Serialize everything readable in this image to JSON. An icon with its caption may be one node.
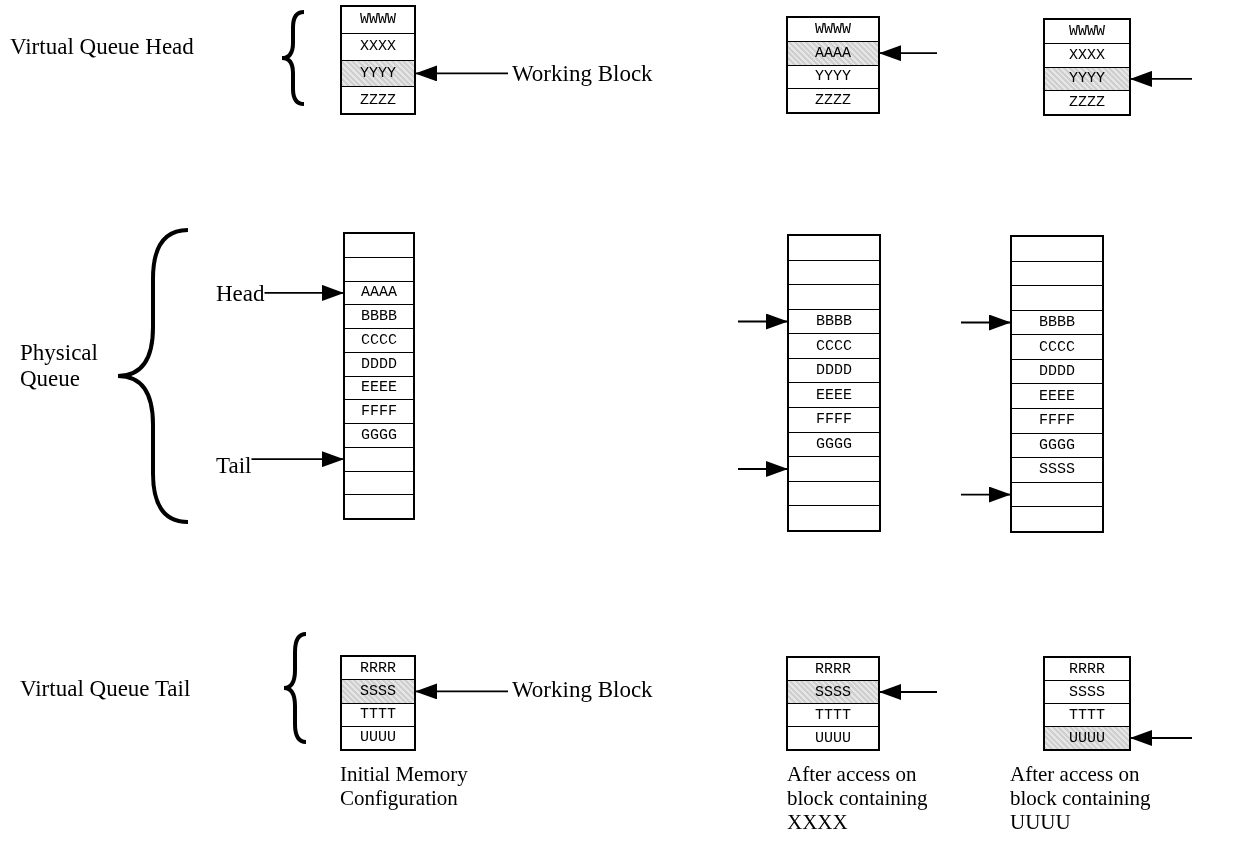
{
  "diagram": {
    "nodes": [
      {
        "text": [],
        "shape": "box"
      },
      {
        "text": [
          "WWWW"
        ],
        "in": 0
      },
      {
        "text": [
          "XXXX"
        ],
        "in": 0
      },
      {
        "text": [
          "YYYY"
        ],
        "in": 0
      },
      {
        "text": [
          "ZZZZ"
        ],
        "in": 0
      },
      {
        "text": [
          "Working Block"
        ]
      },
      {
        "text": [],
        "shape": "box"
      },
      {
        "text": [
          "WWWW"
        ],
        "in": 6
      },
      {
        "text": [
          "AAAA"
        ],
        "in": 6
      },
      {
        "text": [
          "YYYY"
        ],
        "in": 6
      },
      {
        "text": [
          "ZZZZ"
        ],
        "in": 6
      },
      {
        "text": [],
        "shape": "box"
      },
      {
        "text": [
          "WWWW"
        ],
        "in": 11
      },
      {
        "text": [
          "XXXX"
        ],
        "in": 11
      },
      {
        "text": [
          "YYYY"
        ],
        "in": 11
      },
      {
        "text": [
          "ZZZZ"
        ],
        "in": 11
      },
      {
        "text": [
          "Head"
        ]
      },
      {
        "text": [
          "Tail"
        ]
      },
      {
        "text": [],
        "shape": "box"
      },
      {
        "text": [],
        "shape": "box",
        "in": 18
      },
      {
        "text": [],
        "shape": "box",
        "in": 18
      },
      {
        "text": [
          "AAAA"
        ],
        "in": 18
      },
      {
        "text": [
          "BBBB"
        ],
        "in": 18
      },
      {
        "text": [
          "CCCC"
        ],
        "in": 18
      },
      {
        "text": [
          "DDDD"
        ],
        "in": 18
      },
      {
        "text": [
          "EEEE"
        ],
        "in": 18
      },
      {
        "text": [
          "FFFF"
        ],
        "in": 18
      },
      {
        "text": [
          "GGGG"
        ],
        "in": 18
      },
      {
        "text": [],
        "shape": "box",
        "in": 18
      },
      {
        "text": [],
        "shape": "box",
        "in": 18
      },
      {
        "text": [],
        "shape": "box",
        "in": 18
      },
      {
        "text": [],
        "shape": "box"
      },
      {
        "text": [],
        "shape": "box",
        "in": 31
      },
      {
        "text": [],
        "shape": "box",
        "in": 31
      },
      {
        "text": [],
        "shape": "box",
        "in": 31
      },
      {
        "text": [
          "BBBB"
        ],
        "in": 31
      },
      {
        "text": [
          "CCCC"
        ],
        "in": 31
      },
      {
        "text": [
          "DDDD"
        ],
        "in": 31
      },
      {
        "text": [
          "EEEE"
        ],
        "in": 31
      },
      {
        "text": [
          "FFFF"
        ],
        "in": 31
      },
      {
        "text": [
          "GGGG"
        ],
        "in": 31
      },
      {
        "text": [],
        "shape": "box",
        "in": 31
      },
      {
        "text": [],
        "shape": "box",
        "in": 31
      },
      {
        "text": [],
        "shape": "box",
        "in": 31
      },
      {
        "text": [],
        "shape": "box"
      },
      {
        "text": [],
        "shape": "box",
        "in": 44
      },
      {
        "text": [],
        "shape": "box",
        "in": 44
      },
      {
        "text": [],
        "shape": "box",
        "in": 44
      },
      {
        "text": [
          "BBBB"
        ],
        "in": 44
      },
      {
        "text": [
          "CCCC"
        ],
        "in": 44
      },
      {
        "text": [
          "DDDD"
        ],
        "in": 44
      },
      {
        "text": [
          "EEEE"
        ],
        "in": 44
      },
      {
        "text": [
          "FFFF"
        ],
        "in": 44
      },
      {
        "text": [
          "GGGG"
        ],
        "in": 44
      },
      {
        "text": [
          "SSSS"
        ],
        "in": 44
      },
      {
        "text": [],
        "shape": "box",
        "in": 44
      },
      {
        "text": [],
        "shape": "box",
        "in": 44
      },
      {
        "text": [
          "Working Block"
        ]
      },
      {
        "text": [],
        "shape": "box"
      },
      {
        "text": [
          "RRRR"
        ],
        "in": 58
      },
      {
        "text": [
          "SSSS"
        ],
        "in": 58
      },
      {
        "text": [
          "TTTT"
        ],
        "in": 58
      },
      {
        "text": [
          "UUUU"
        ],
        "in": 58
      },
      {
        "text": [],
        "shape": "box"
      },
      {
        "text": [
          "RRRR"
        ],
        "in": 63
      },
      {
        "text": [
          "SSSS"
        ],
        "in": 63
      },
      {
        "text": [
          "TTTT"
        ],
        "in": 63
      },
      {
        "text": [
          "UUUU"
        ],
        "in": 63
      },
      {
        "text": [],
        "shape": "box"
      },
      {
        "text": [
          "RRRR"
        ],
        "in": 68
      },
      {
        "text": [
          "SSSS"
        ],
        "in": 68
      },
      {
        "text": [
          "TTTT"
        ],
        "in": 68
      },
      {
        "text": [
          "UUUU"
        ],
        "in": 68
      }
    ],
    "edges": [
      {
        "from": 5,
        "to": 3,
        "arrow": "to"
      },
      {
        "from": null,
        "to": 8,
        "arrow": "to"
      },
      {
        "from": null,
        "to": 14,
        "arrow": "to"
      },
      {
        "from": 16,
        "to": 21,
        "arrow": "to"
      },
      {
        "from": 17,
        "to": 28,
        "arrow": "to"
      },
      {
        "from": null,
        "to": 35,
        "arrow": "to"
      },
      {
        "from": null,
        "to": 41,
        "arrow": "to"
      },
      {
        "from": null,
        "to": 48,
        "arrow": "to"
      },
      {
        "from": null,
        "to": 55,
        "arrow": "to"
      },
      {
        "from": 57,
        "to": 60,
        "arrow": "to"
      },
      {
        "from": null,
        "to": 65,
        "arrow": "to"
      },
      {
        "from": null,
        "to": 72,
        "arrow": "to"
      }
    ],
    "labels": [
      "Virtual Queue Head",
      "Physical Queue",
      "Virtual Queue Tail",
      "Initial Memory Configuration",
      "After access on block containing XXXX",
      "After access on block containing UUUU"
    ]
  }
}
